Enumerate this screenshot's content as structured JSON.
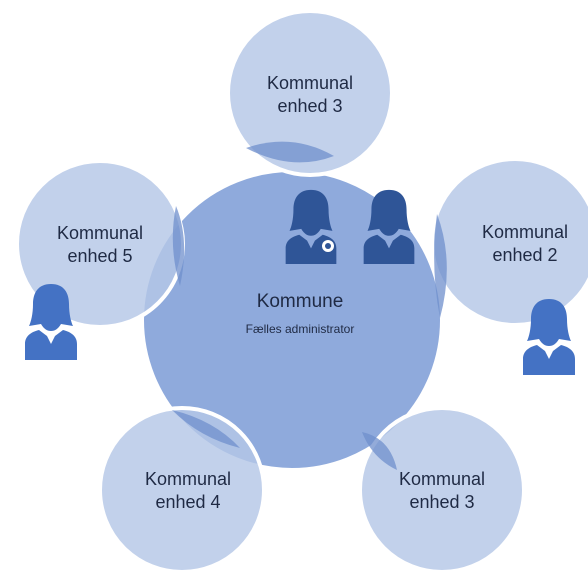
{
  "center": {
    "title": "Kommune",
    "subtitle": "Fælles administrator"
  },
  "units": [
    {
      "line1": "Kommunal",
      "line2": "enhed 3"
    },
    {
      "line1": "Kommunal",
      "line2": "enhed 2"
    },
    {
      "line1": "Kommunal",
      "line2": "enhed 3"
    },
    {
      "line1": "Kommunal",
      "line2": "enhed 4"
    },
    {
      "line1": "Kommunal",
      "line2": "enhed 5"
    }
  ],
  "icons": {
    "admin": "person-with-medal-icon",
    "person": "person-icon"
  },
  "colors": {
    "center_fill": "#8faadc",
    "satellite_fill": "#b4c7e7",
    "overlap_fill": "#6f8fcc",
    "stroke": "#ffffff",
    "icon_dark": "#2f5597",
    "icon_light": "#4472c4"
  }
}
